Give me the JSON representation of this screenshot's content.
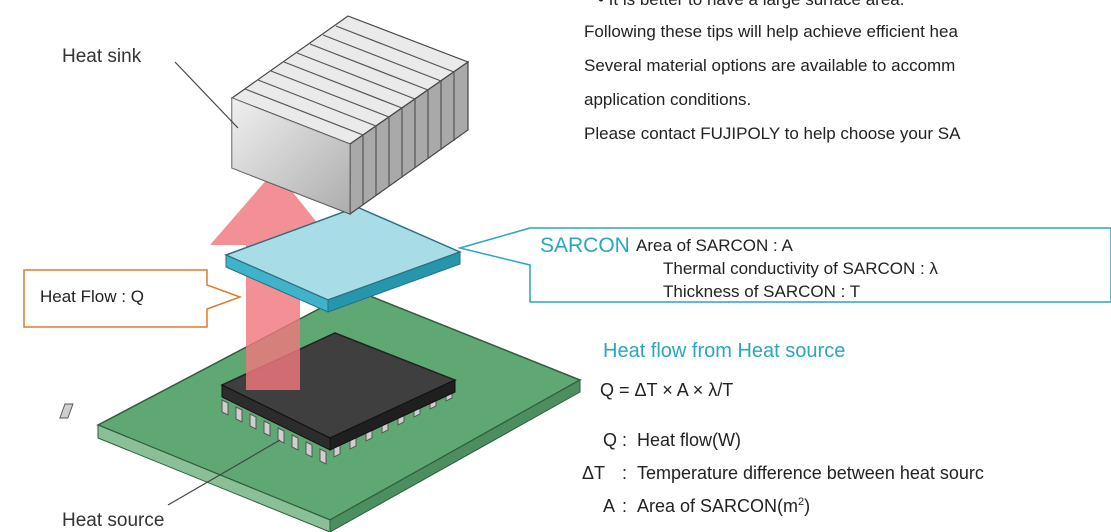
{
  "top_text": {
    "line0": "• It is better to have a large surface area.",
    "line1": "Following these tips will help achieve efficient hea",
    "line2": "Several material options are available to accomm",
    "line3": "application conditions.",
    "line4": "Please contact FUJIPOLY to help choose your SA"
  },
  "labels": {
    "heat_sink": "Heat sink",
    "heat_flow": "Heat Flow : Q",
    "heat_source": "Heat source"
  },
  "sarcon_box": {
    "title": "SARCON",
    "area": "Area of SARCON : A",
    "conductivity": "Thermal conductivity of SARCON : λ",
    "thickness": "Thickness of SARCON : T"
  },
  "formula": {
    "heading": "Heat flow from Heat source",
    "equation": "Q = ΔT × A × λ/T",
    "def_q_sym": "Q",
    "def_q": "Heat flow(W)",
    "def_dt_sym": "ΔT",
    "def_dt": "Temperature difference between heat sourc",
    "def_a_sym": "A",
    "def_a": "Area of SARCON(m",
    "def_a_sup": "2",
    "def_a_close": ")"
  },
  "colors": {
    "accent": "#2aa6c0",
    "callout_orange": "#e07b2a",
    "arrow_red": "#f0787e",
    "pad_top": "#a8dce6",
    "pcb": "#5fa873"
  }
}
